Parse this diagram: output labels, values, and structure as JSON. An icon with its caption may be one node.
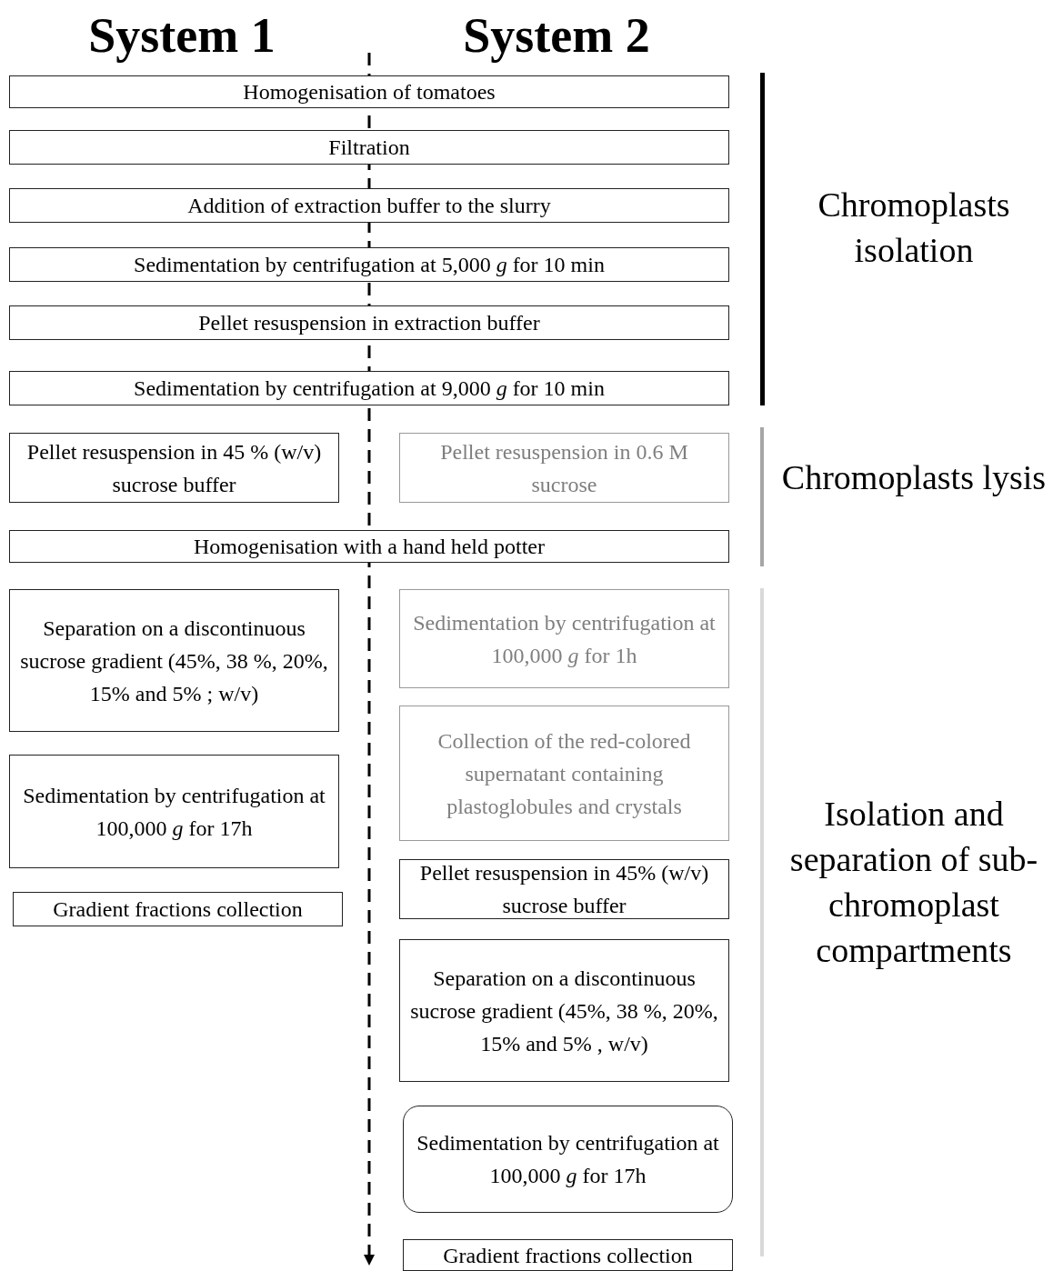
{
  "diagram": {
    "nodes": [
      {
        "text": [
          "Homogenisation of tomatoes"
        ]
      },
      {
        "text": [
          "Filtration"
        ]
      },
      {
        "text": [
          "Addition of extraction buffer to the slurry"
        ]
      },
      {
        "text": [
          "Sedimentation by centrifugation at 5,000 *g* for 10 min"
        ]
      },
      {
        "text": [
          "Pellet resuspension in extraction buffer"
        ]
      },
      {
        "text": [
          "Sedimentation by centrifugation at 9,000 *g* for 10 min"
        ]
      },
      {
        "text": [
          "Pellet resuspension in 45 % (w/v) sucrose buffer"
        ]
      },
      {
        "text": [
          "Pellet resuspension in 0.6 M sucrose"
        ]
      },
      {
        "text": [
          "Homogenisation with a hand held potter"
        ]
      },
      {
        "text": [
          "Separation on a discontinuous sucrose gradient (45%, 38 %, 20%, 15% and 5% ; w/v)"
        ]
      },
      {
        "text": [
          "Sedimentation by centrifugation at 100,000 *g* for 1h"
        ]
      },
      {
        "text": [
          "Collection of the red-colored supernatant containing plastoglobules and crystals"
        ]
      },
      {
        "text": [
          "Sedimentation by centrifugation at 100,000 *g* for 17h"
        ]
      },
      {
        "text": [
          "Pellet resuspension in 45% (w/v) sucrose buffer"
        ]
      },
      {
        "text": [
          "Gradient fractions collection"
        ]
      },
      {
        "text": [
          "Separation on a discontinuous sucrose gradient (45%, 38 %, 20%, 15% and 5% , w/v)"
        ]
      },
      {
        "text": [
          "Sedimentation by centrifugation at 100,000 *g* for 17h"
        ]
      },
      {
        "text": [
          "Gradient fractions collection"
        ]
      }
    ],
    "labels": [
      "System 1",
      "System 2",
      "Chromoplasts isolation",
      "Chromoplasts lysis",
      "Isolation and separation of sub-chromoplast compartments"
    ]
  }
}
